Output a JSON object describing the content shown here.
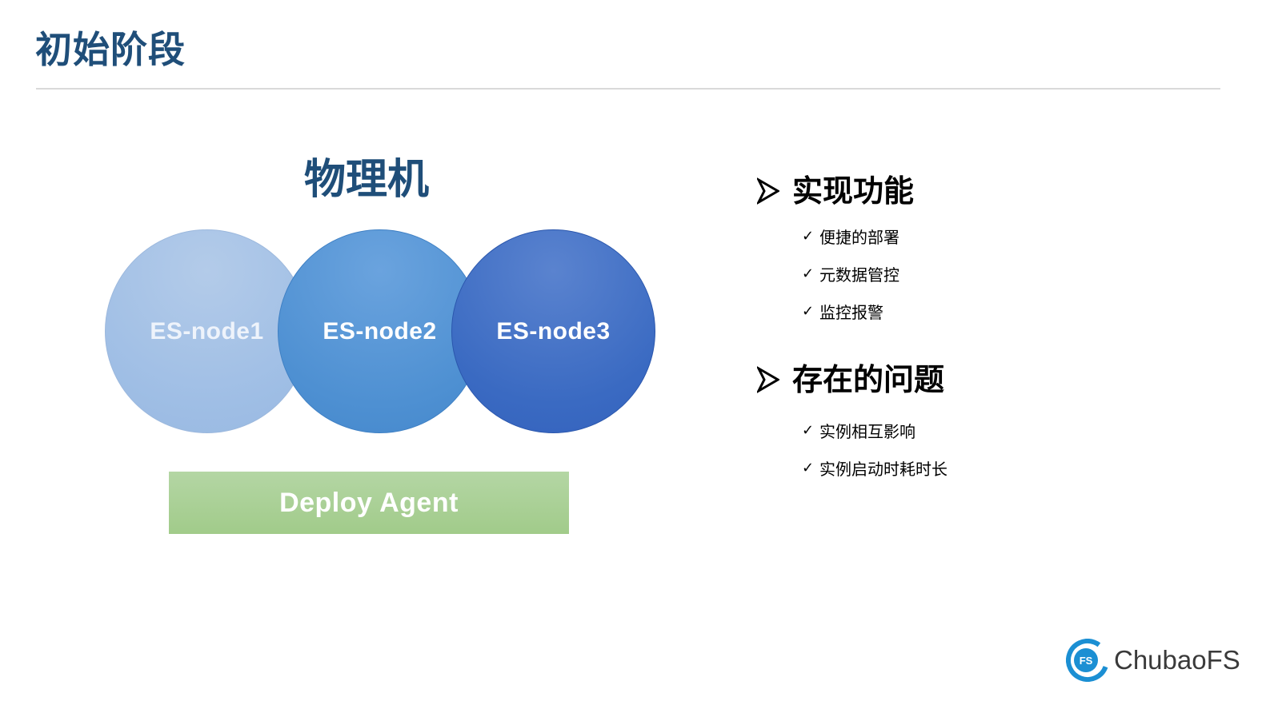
{
  "page": {
    "title": "初始阶段"
  },
  "diagram": {
    "title": "物理机",
    "nodes": [
      {
        "label": "ES-node1",
        "color": "#a4c1e6"
      },
      {
        "label": "ES-node2",
        "color": "#5598d6"
      },
      {
        "label": "ES-node3",
        "color": "#3e6cc3"
      }
    ],
    "agent": {
      "label": "Deploy Agent",
      "color": "#a9d096"
    }
  },
  "sections": [
    {
      "icon": "arrow-bullet-icon",
      "title": "实现功能",
      "items": [
        "便捷的部署",
        "元数据管控",
        "监控报警"
      ]
    },
    {
      "icon": "arrow-bullet-icon",
      "title": "存在的问题",
      "items": [
        "实例相互影响",
        "实例启动时耗时长"
      ]
    }
  ],
  "logo": {
    "mark_text": "FS",
    "text": "ChubaoFS",
    "color": "#1b8fd3"
  },
  "colors": {
    "title": "#1f4e79",
    "rule": "#d9d9d9"
  }
}
